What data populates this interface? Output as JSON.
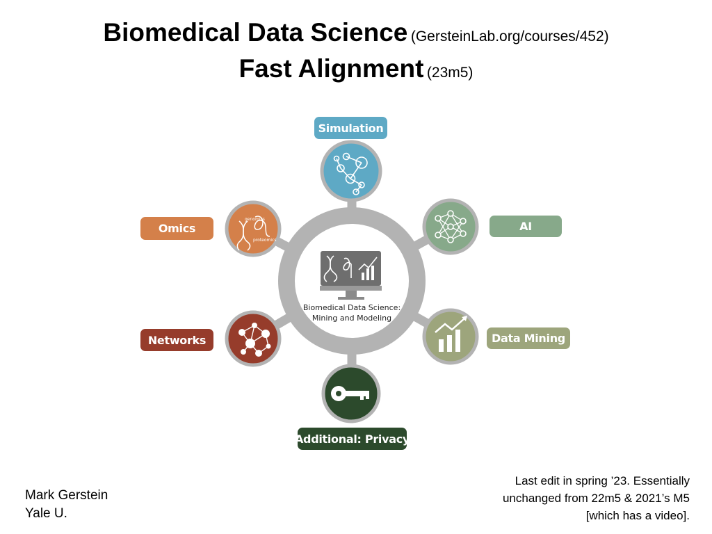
{
  "header": {
    "title": "Biomedical Data Science",
    "url": "(GersteinLab.org/courses/452)",
    "subtitle": "Fast Alignment",
    "version": "(23m5)"
  },
  "hub": {
    "caption_line1": "Biomedical Data Science:",
    "caption_line2": "Mining and Modeling"
  },
  "nodes": {
    "simulation": "Simulation",
    "ai": "AI",
    "omics": "Omics",
    "networks": "Networks",
    "data_mining": "Data Mining",
    "privacy": "Additional: Privacy"
  },
  "omics_icon_text": {
    "top": "genomics",
    "bottom": "proteomics"
  },
  "footer": {
    "author_name": "Mark Gerstein",
    "author_affiliation": "Yale U.",
    "note_line1": "Last edit in spring ’23. Essentially",
    "note_line2": "unchanged from 22m5 & 2021’s M5",
    "note_line3": "[which has a video]."
  },
  "colors": {
    "simulation": "#5ea9c5",
    "ai": "#87a98a",
    "omics": "#d4804a",
    "networks": "#963c2b",
    "data_mining": "#9da57c",
    "privacy": "#2c4a2c",
    "ring": "#b3b3b3"
  }
}
